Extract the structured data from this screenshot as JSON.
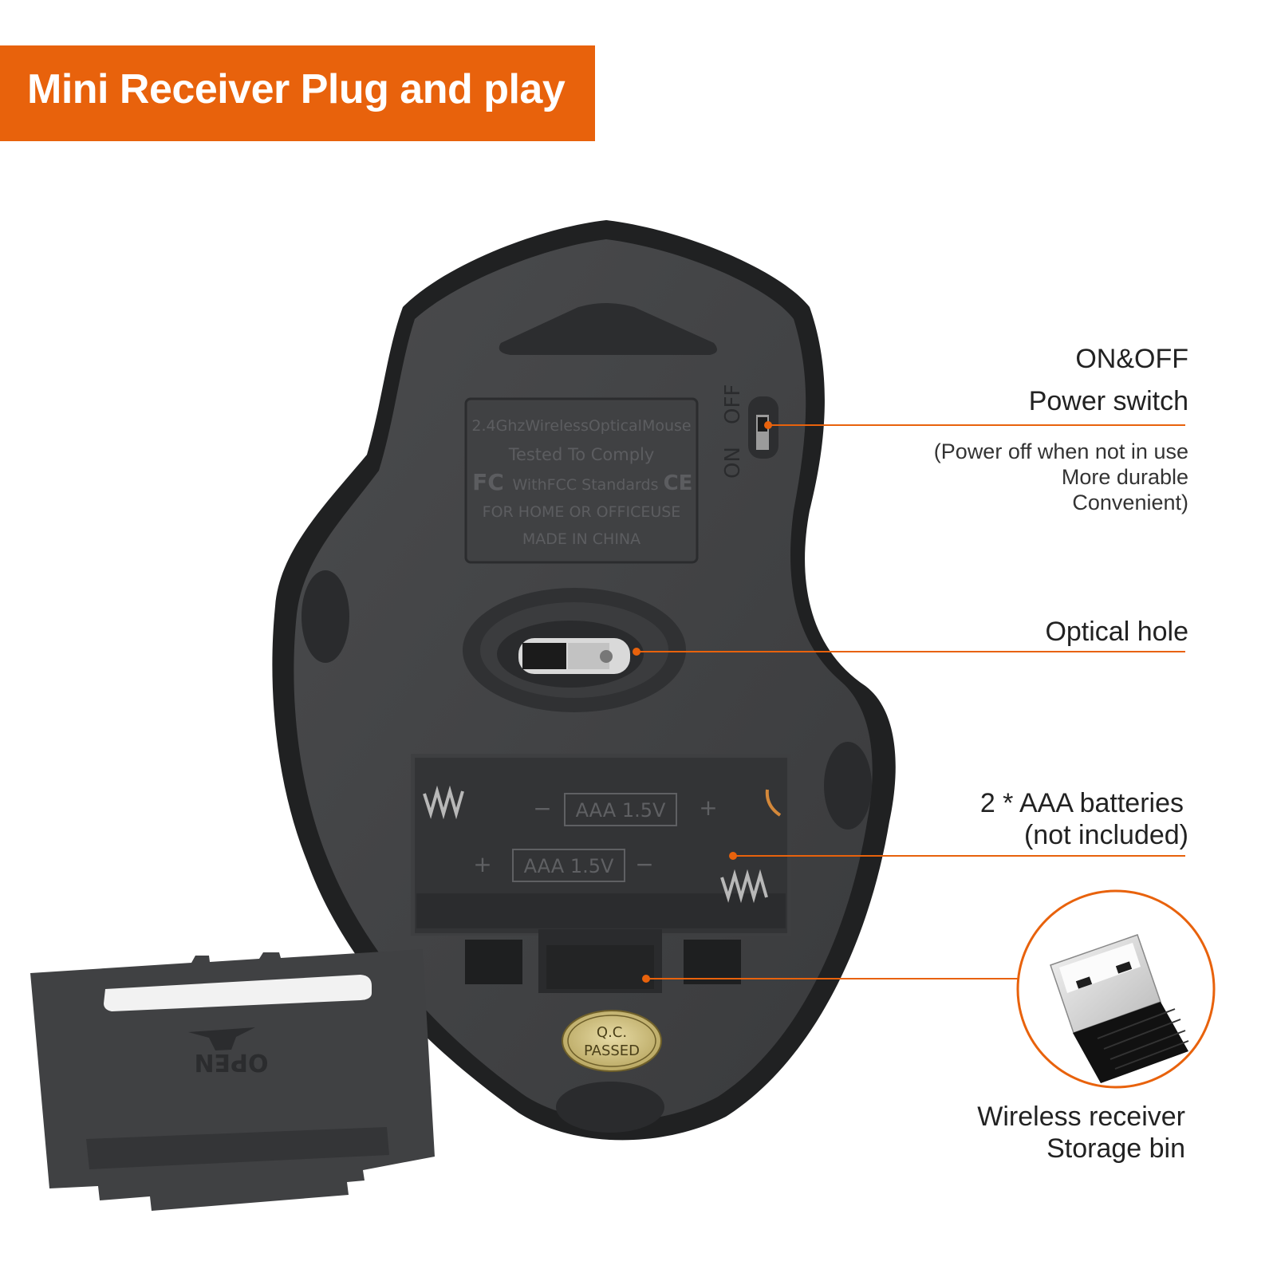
{
  "banner": {
    "title": "Mini Receiver Plug and play",
    "color": "#e8620c"
  },
  "callouts": {
    "power": {
      "title": "ON&OFF",
      "subtitle": "Power switch",
      "note_1": "(Power off when not in use",
      "note_2": "More durable",
      "note_3": "Convenient)"
    },
    "optical": {
      "title": "Optical hole"
    },
    "battery": {
      "title": "2 * AAA batteries",
      "note": "(not included)"
    },
    "receiver": {
      "title": "Wireless receiver",
      "subtitle": "Storage bin"
    }
  },
  "mouse": {
    "label_lines": [
      "2.4GhzWirelessOpticalMouse",
      "Tested To Comply",
      "WithFCC Standards",
      "FOR HOME OR OFFICEUSE",
      "MADE IN CHINA"
    ],
    "fc_mark": "FC",
    "ce_mark": "CE",
    "switch_on": "ON",
    "switch_off": "OFF",
    "battery_label_1": "AAA 1.5V",
    "battery_label_2": "AAA 1.5V",
    "plus": "+",
    "minus": "−",
    "qc_line_1": "Q.C.",
    "qc_line_2": "PASSED"
  },
  "cover": {
    "open_label": "OPEN"
  },
  "icons": [
    "mouse-image",
    "battery-cover-image",
    "usb-receiver-image"
  ]
}
